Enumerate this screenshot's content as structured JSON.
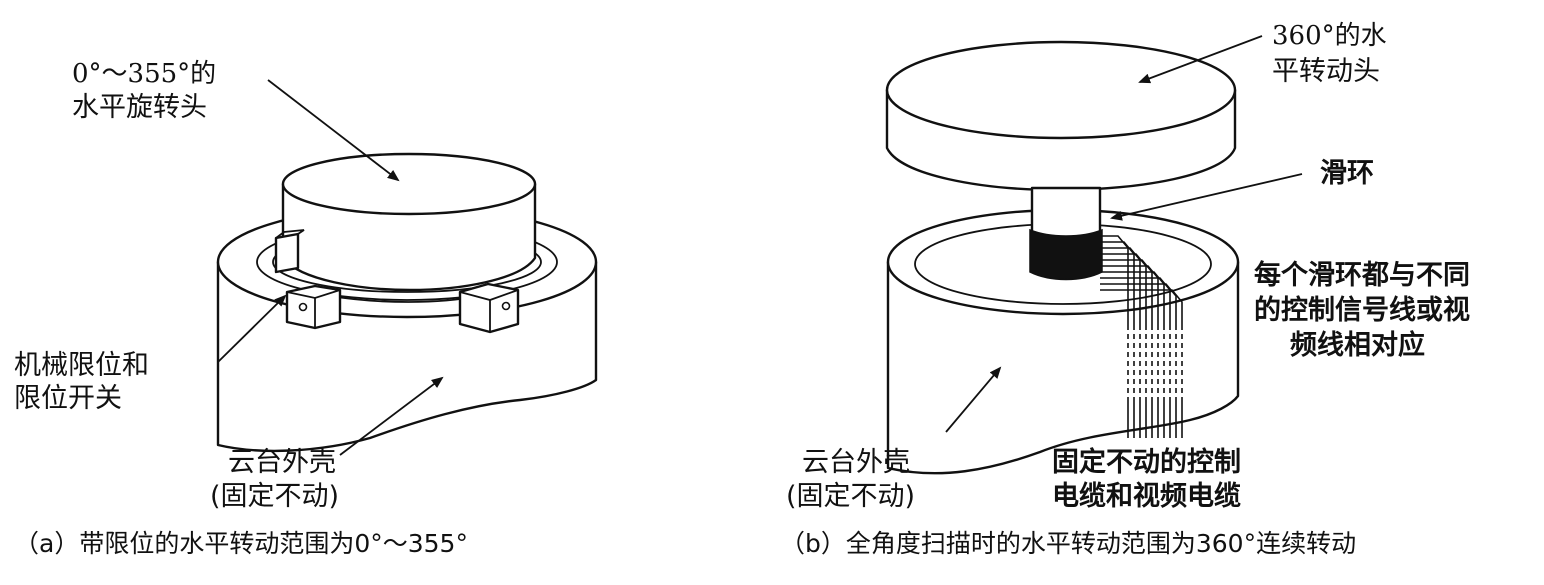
{
  "panel_a": {
    "head_label_line1": "0°～355°的",
    "head_label_line2": "水平旋转头",
    "stop_label_line1": "机械限位和",
    "stop_label_line2": "限位开关",
    "housing_label_line1": "云台外壳",
    "housing_label_line2": "(固定不动)",
    "caption": "（a）带限位的水平转动范围为0°～355°"
  },
  "panel_b": {
    "head_label_line1": "360°的水",
    "head_label_line2": "平转动头",
    "slip_ring_label": "滑环",
    "ring_note_line1": "每个滑环都与不同",
    "ring_note_line2": "的控制信号线或视",
    "ring_note_line3": "频线相对应",
    "housing_label_line1": "云台外壳",
    "housing_label_line2": "(固定不动)",
    "cable_label_line1": "固定不动的控制",
    "cable_label_line2": "电缆和视频电缆",
    "caption": "（b）全角度扫描时的水平转动范围为360°连续转动"
  }
}
